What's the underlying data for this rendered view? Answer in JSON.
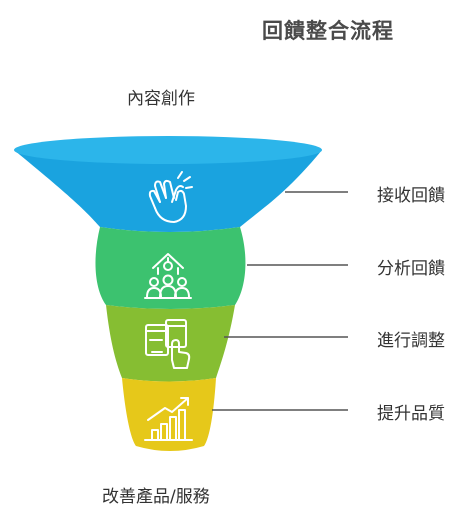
{
  "title": "回饋整合流程",
  "input_label": "內容創作",
  "output_label": "改善產品/服務",
  "stages": [
    {
      "label": "接收回饋",
      "color": "#1AA3DF",
      "icon": "clapping-hands-icon"
    },
    {
      "label": "分析回饋",
      "color": "#3CC26F",
      "icon": "team-growth-icon"
    },
    {
      "label": "進行調整",
      "color": "#86BE32",
      "icon": "devices-touch-icon"
    },
    {
      "label": "提升品質",
      "color": "#E6C81A",
      "icon": "growth-chart-icon"
    }
  ]
}
